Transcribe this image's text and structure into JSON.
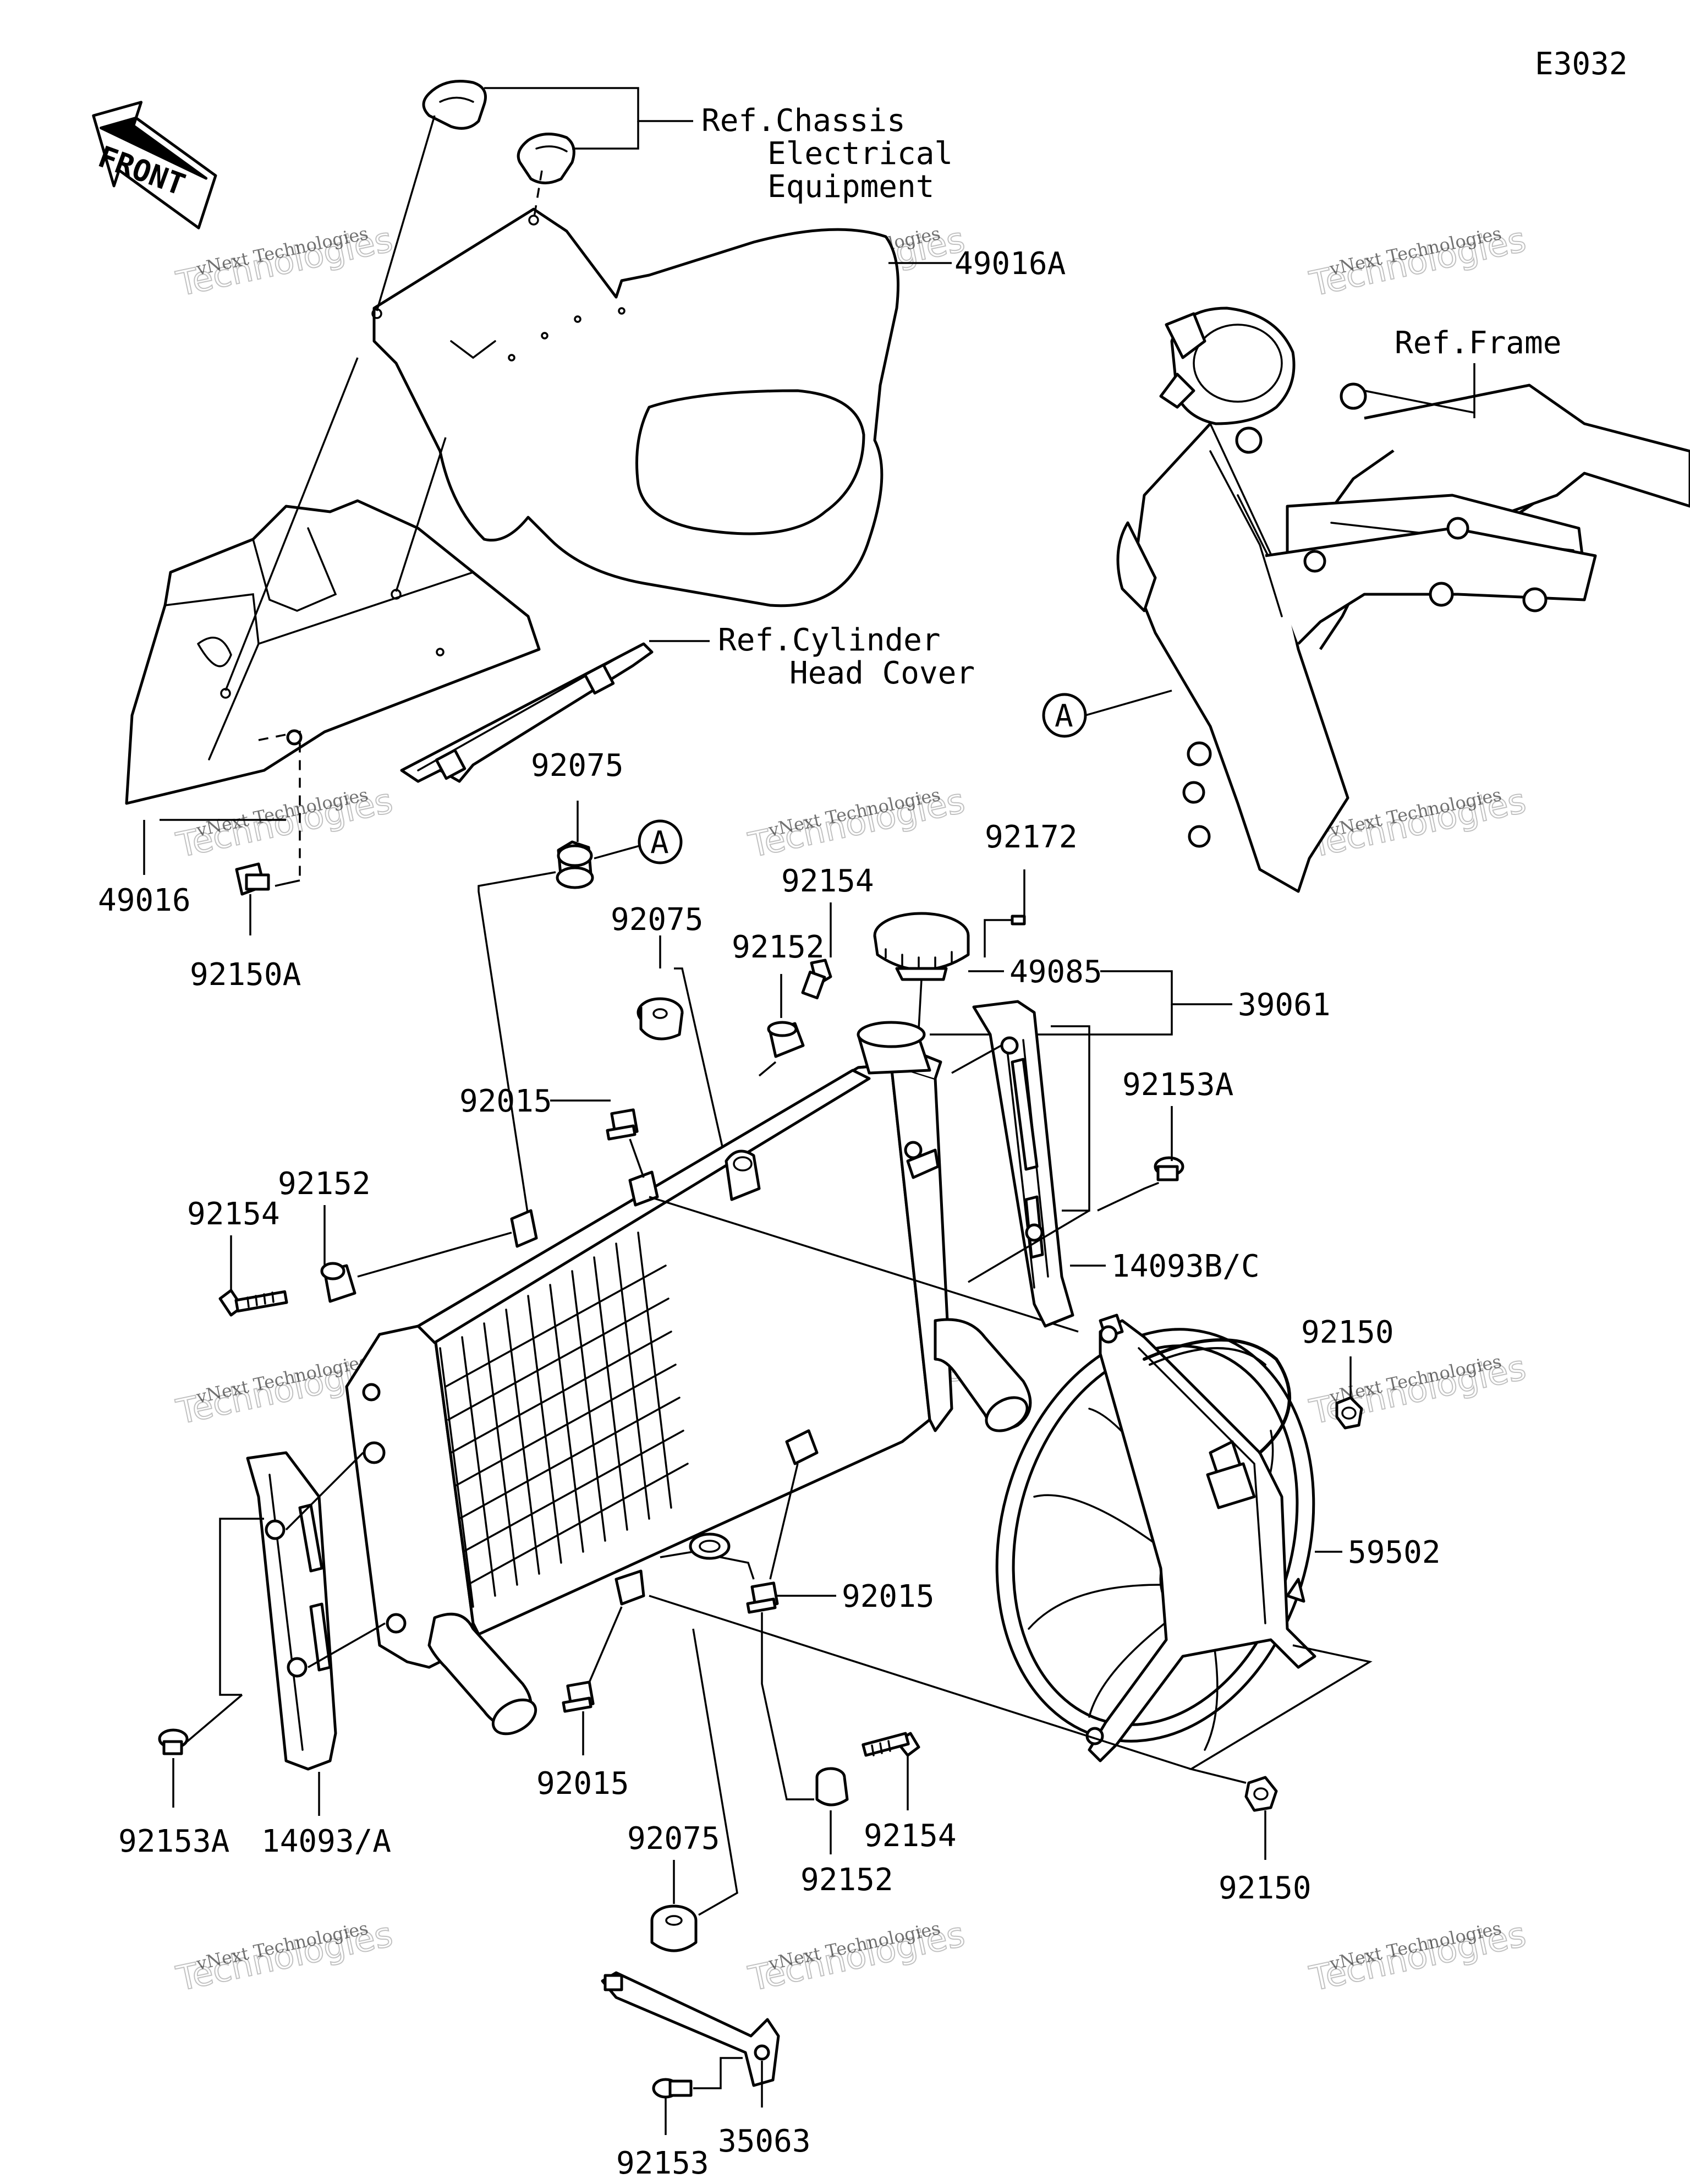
{
  "diagram_code": "E3032",
  "front_label": "FRONT",
  "callout_letter": "A",
  "refs": {
    "chassis": [
      "Ref.Chassis",
      "Electrical",
      "Equipment"
    ],
    "frame": "Ref.Frame",
    "cylinder": [
      "Ref.Cylinder",
      "Head Cover"
    ]
  },
  "parts": {
    "p49016A": "49016A",
    "p49016": "49016",
    "p92150A": "92150A",
    "p92075a": "92075",
    "p92075b": "92075",
    "p92075c": "92075",
    "p92172": "92172",
    "p92154a": "92154",
    "p92154b": "92154",
    "p92154c": "92154",
    "p92152a": "92152",
    "p92152b": "92152",
    "p92152c": "92152",
    "p49085": "49085",
    "p39061": "39061",
    "p92015a": "92015",
    "p92015b": "92015",
    "p92015c": "92015",
    "p92153A_a": "92153A",
    "p92153A_b": "92153A",
    "p14093BC": "14093B/C",
    "p92150a": "92150",
    "p92150b": "92150",
    "p59502": "59502",
    "p14093A": "14093/A",
    "p35063": "35063",
    "p92153": "92153"
  },
  "watermark": {
    "line1": "vNext Technologies",
    "line2": "Technologies"
  }
}
